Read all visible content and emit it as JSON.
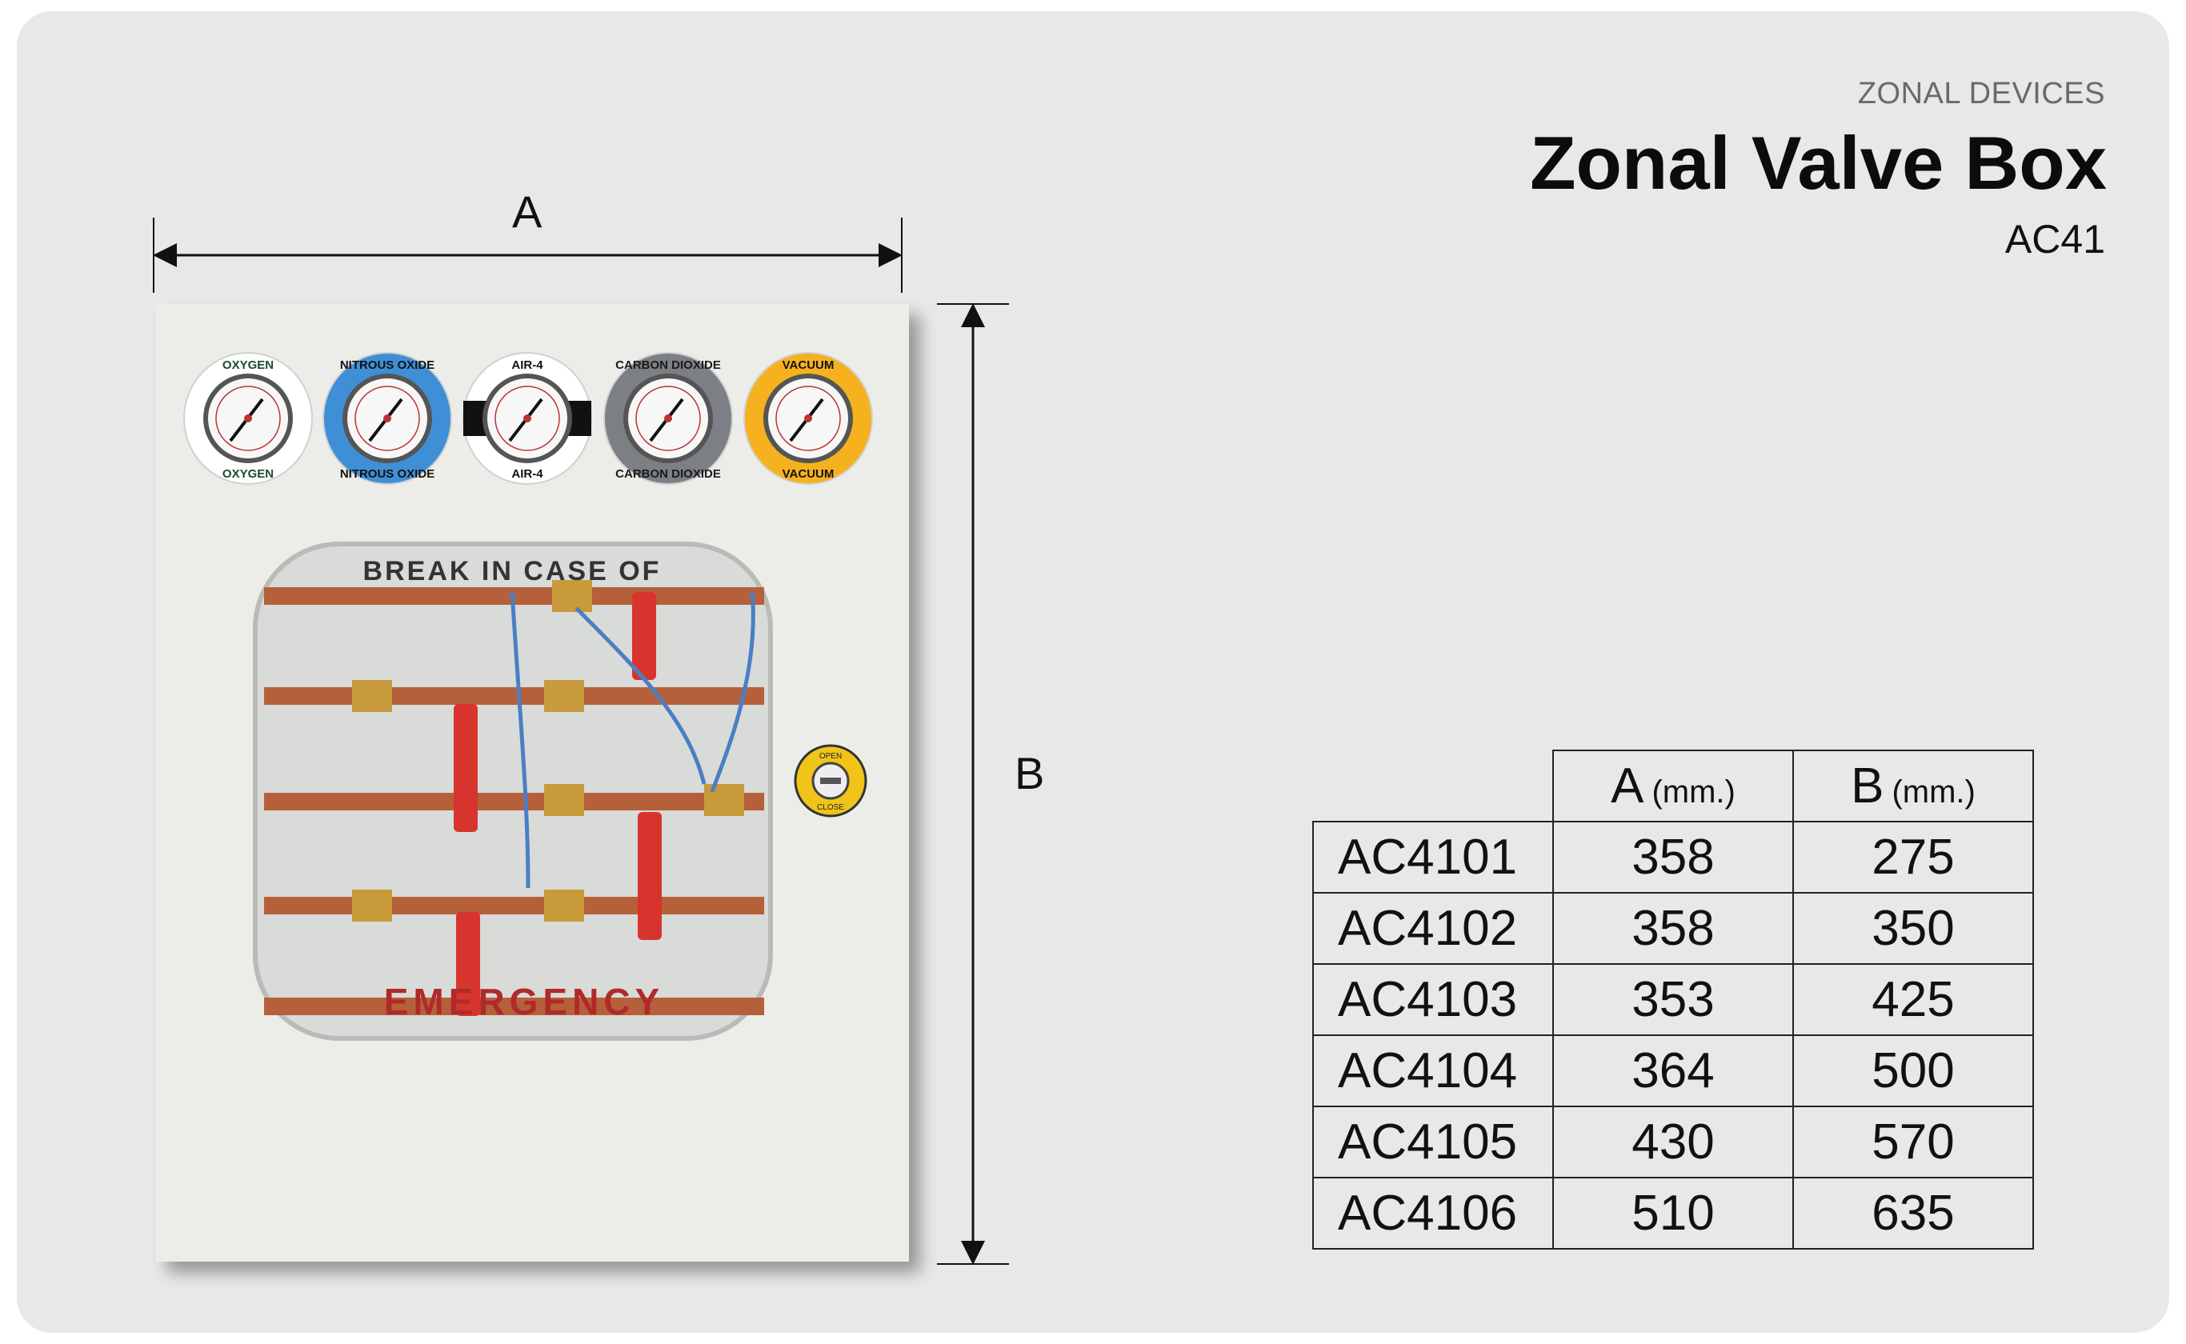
{
  "header": {
    "category": "ZONAL DEVICES",
    "title": "Zonal Valve Box",
    "model": "AC41"
  },
  "dimensions": {
    "width_label": "A",
    "height_label": "B"
  },
  "product_image": {
    "gauges": [
      {
        "label": "OXYGEN",
        "color": "#ffffff",
        "text_color": "#1f4a2e"
      },
      {
        "label": "NITROUS OXIDE",
        "color": "#3f8fd6",
        "text_color": "#111111"
      },
      {
        "label": "AIR-4",
        "color": "#ffffff",
        "text_color": "#111111"
      },
      {
        "label": "CARBON DIOXIDE",
        "color": "#7c7f83",
        "text_color": "#1a1a1a"
      },
      {
        "label": "VACUUM",
        "color": "#f5b21e",
        "text_color": "#111111"
      }
    ],
    "window_top_text": "BREAK IN CASE OF",
    "window_bottom_text": "EMERGENCY",
    "lock_open": "OPEN",
    "lock_close": "CLOSE"
  },
  "table": {
    "headers": [
      {
        "name": "A",
        "unit": "(mm.)"
      },
      {
        "name": "B",
        "unit": "(mm.)"
      }
    ],
    "rows": [
      {
        "code": "AC4101",
        "a": "358",
        "b": "275"
      },
      {
        "code": "AC4102",
        "a": "358",
        "b": "350"
      },
      {
        "code": "AC4103",
        "a": "353",
        "b": "425"
      },
      {
        "code": "AC4104",
        "a": "364",
        "b": "500"
      },
      {
        "code": "AC4105",
        "a": "430",
        "b": "570"
      },
      {
        "code": "AC4106",
        "a": "510",
        "b": "635"
      }
    ]
  }
}
